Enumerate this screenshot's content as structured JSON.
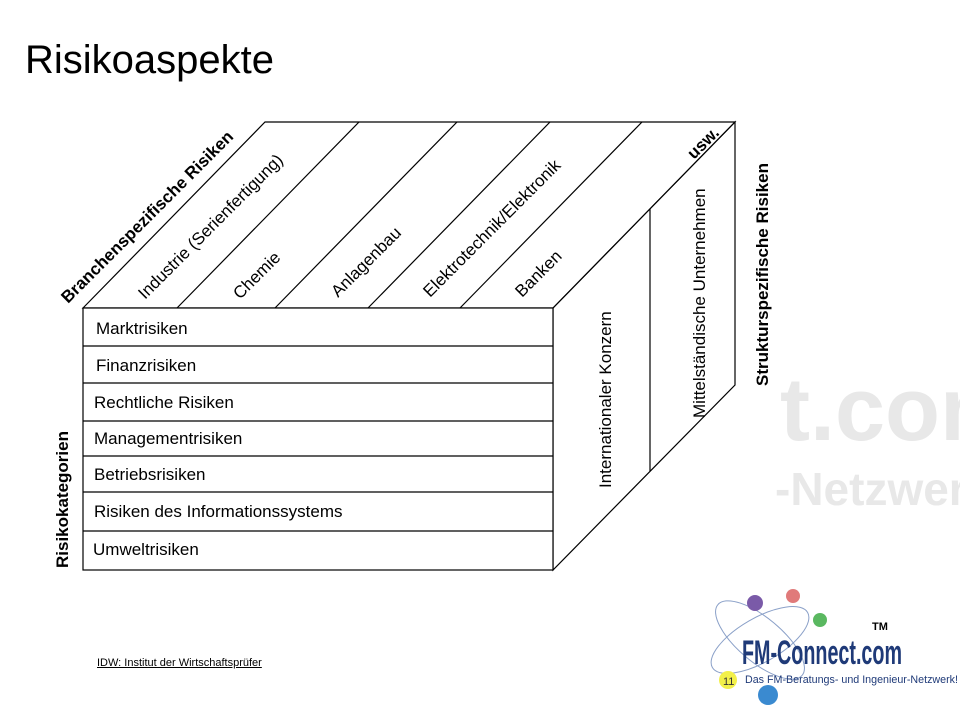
{
  "title": "Risikoaspekte",
  "diagram": {
    "top_axis_label": "Branchenspezifische Risiken",
    "industries": [
      "Industrie (Serienfertigung)",
      "Chemie",
      "Anlagenbau",
      "Elektrotechnik/Elektronik",
      "Banken"
    ],
    "industries_more": "usw.",
    "side_axis_label": "Strukturspezifische Risiken",
    "structures": [
      "Internationaler Konzern",
      "Mittelständische Unternehmen"
    ],
    "front_axis_label": "Risikokategorien",
    "categories": [
      "Marktrisiken",
      "Finanzrisiken",
      "Rechtliche Risiken",
      "Managementrisiken",
      "Betriebsrisiken",
      "Risiken des Informationssystems",
      "Umweltrisiken"
    ]
  },
  "footer": {
    "source_note": "IDW: Institut der Wirtschaftsprüfer"
  },
  "page_number": "11",
  "logo": {
    "name": "FM-Connect.com",
    "tagline": "Das FM-Beratungs- und Ingenieur-Netzwerk!",
    "trademark": "TM"
  },
  "watermark": {
    "line1": "t.com",
    "line2": "-Netzwerk!"
  },
  "colors": {
    "line": "#000000",
    "page_badge": "#f2f04a",
    "watermark": "#e6e6e6"
  }
}
